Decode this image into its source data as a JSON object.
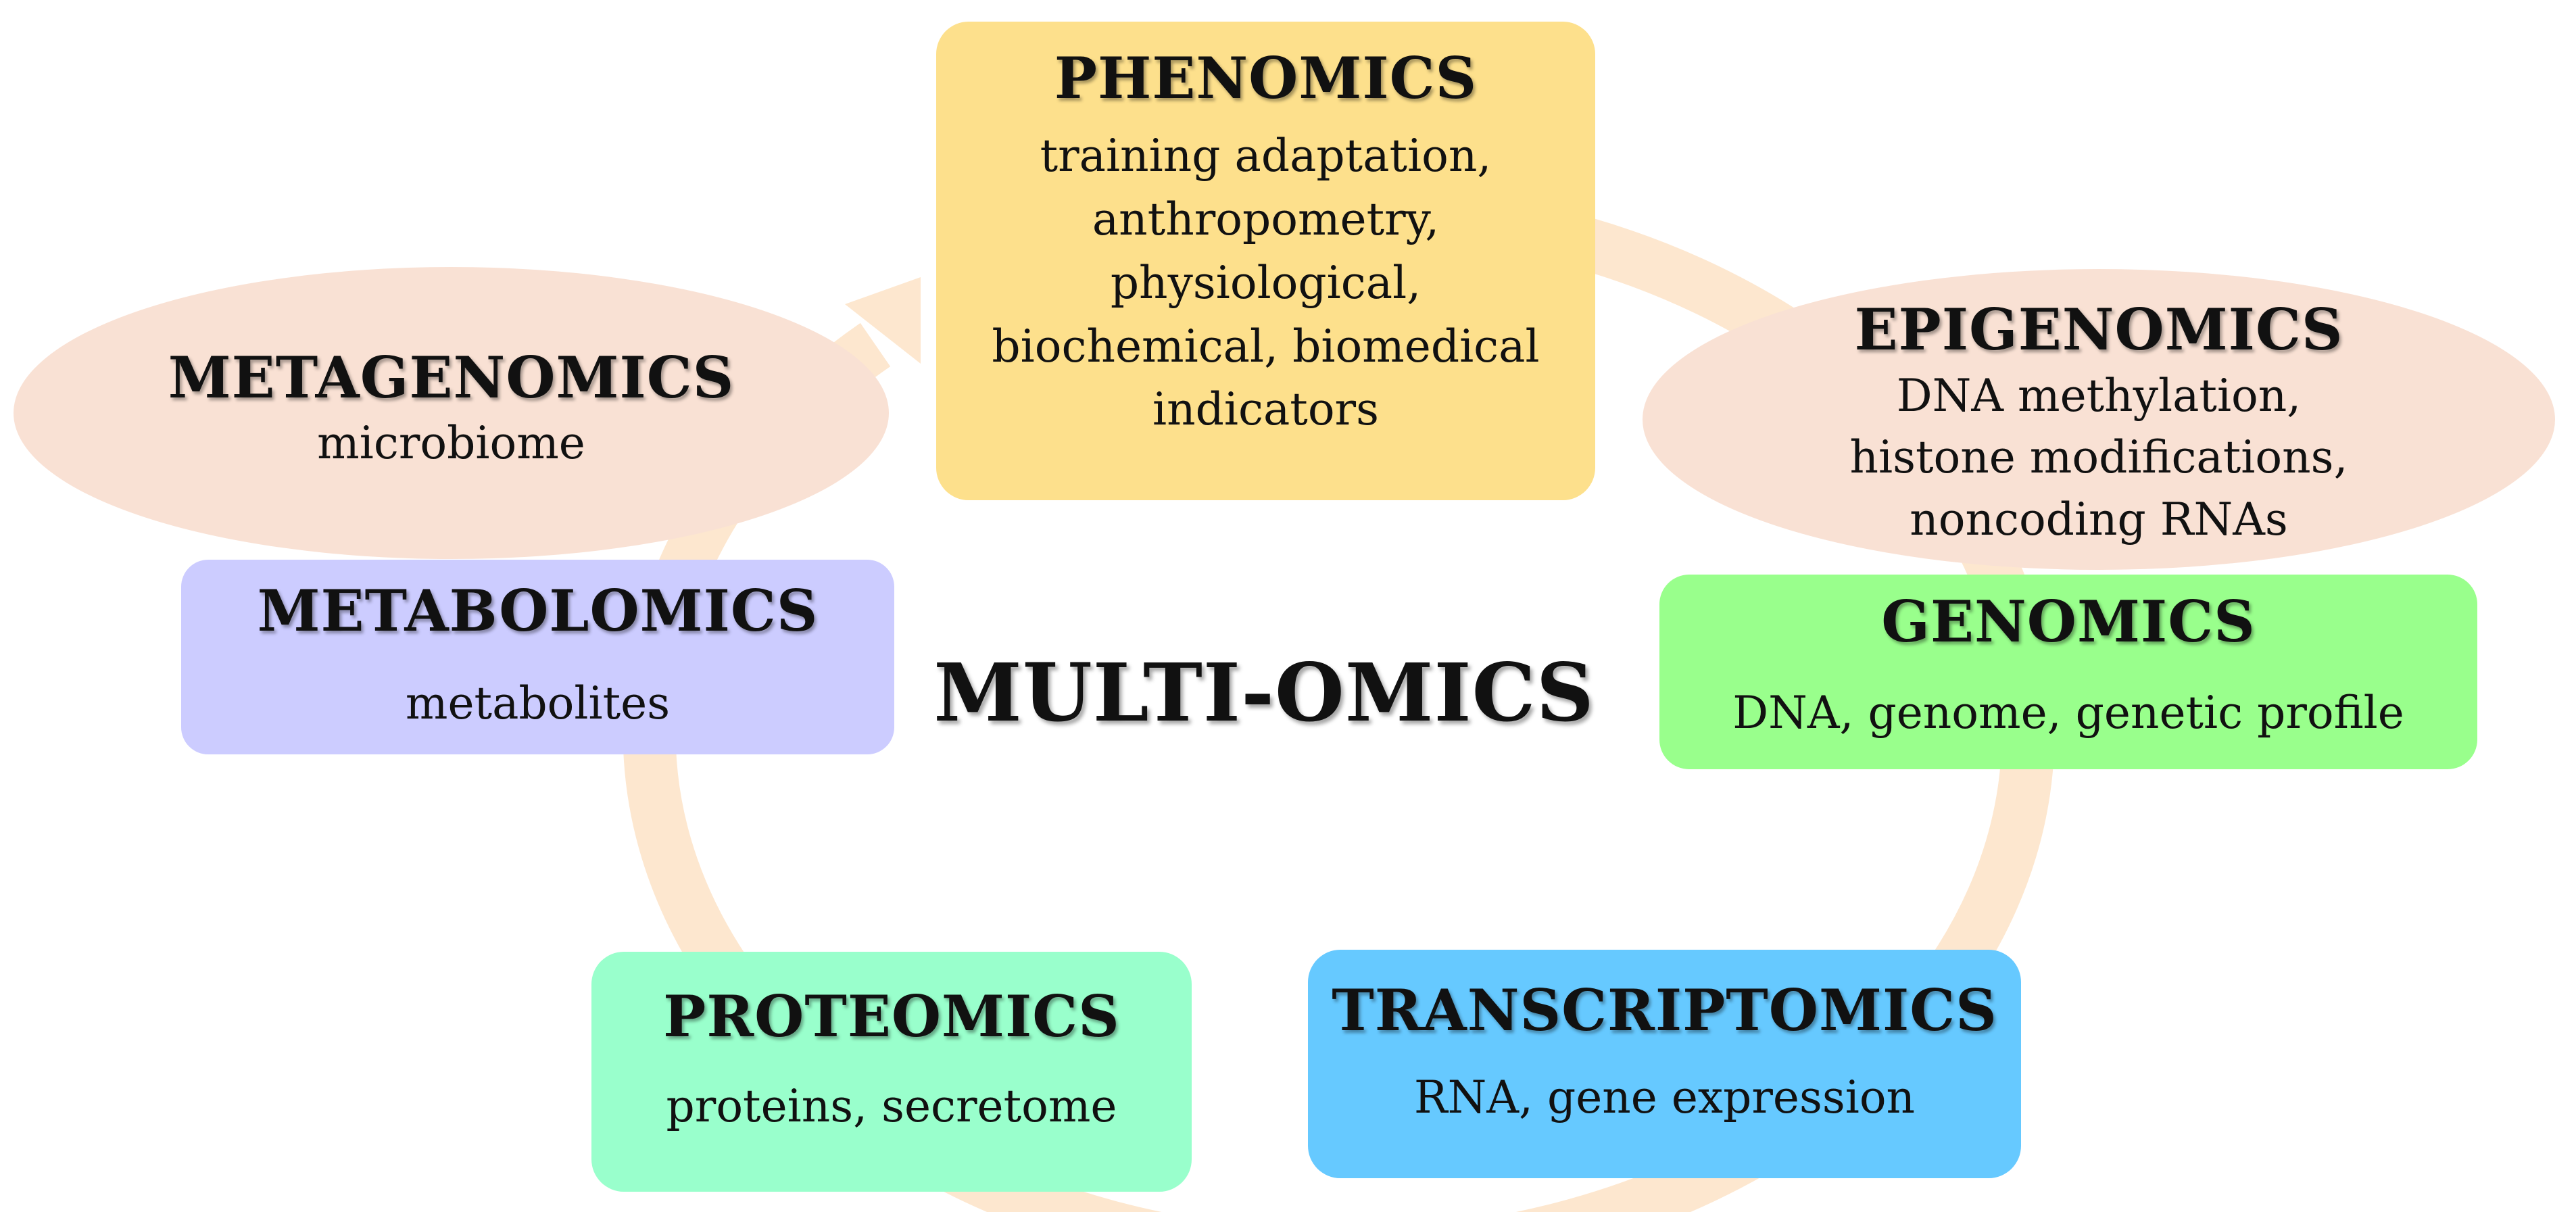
{
  "diagram": {
    "center_label": "MULTI-OMICS",
    "ring_color": "#fde7cf",
    "nodes": {
      "phenomics": {
        "title": "PHENOMICS",
        "lines": [
          "training adaptation,",
          "anthropometry,",
          "physiological,",
          "biochemical, biomedical",
          "indicators"
        ],
        "color": "#fde08c"
      },
      "epigenomics": {
        "title": "EPIGENOMICS",
        "lines": [
          "DNA methylation,",
          "histone modifications,",
          "noncoding RNAs"
        ],
        "color": "#f9e1d4"
      },
      "genomics": {
        "title": "GENOMICS",
        "lines": [
          "DNA, genome, genetic profile"
        ],
        "color": "#99ff8c"
      },
      "transcriptomics": {
        "title": "TRANSCRIPTOMICS",
        "lines": [
          "RNA, gene expression"
        ],
        "color": "#66c9ff"
      },
      "proteomics": {
        "title": "PROTEOMICS",
        "lines": [
          "proteins, secretome"
        ],
        "color": "#99ffcc"
      },
      "metabolomics": {
        "title": "METABOLOMICS",
        "lines": [
          "metabolites"
        ],
        "color": "#ccccff"
      },
      "metagenomics": {
        "title": "METAGENOMICS",
        "lines": [
          "microbiome"
        ],
        "color": "#f9e1d4"
      }
    }
  }
}
